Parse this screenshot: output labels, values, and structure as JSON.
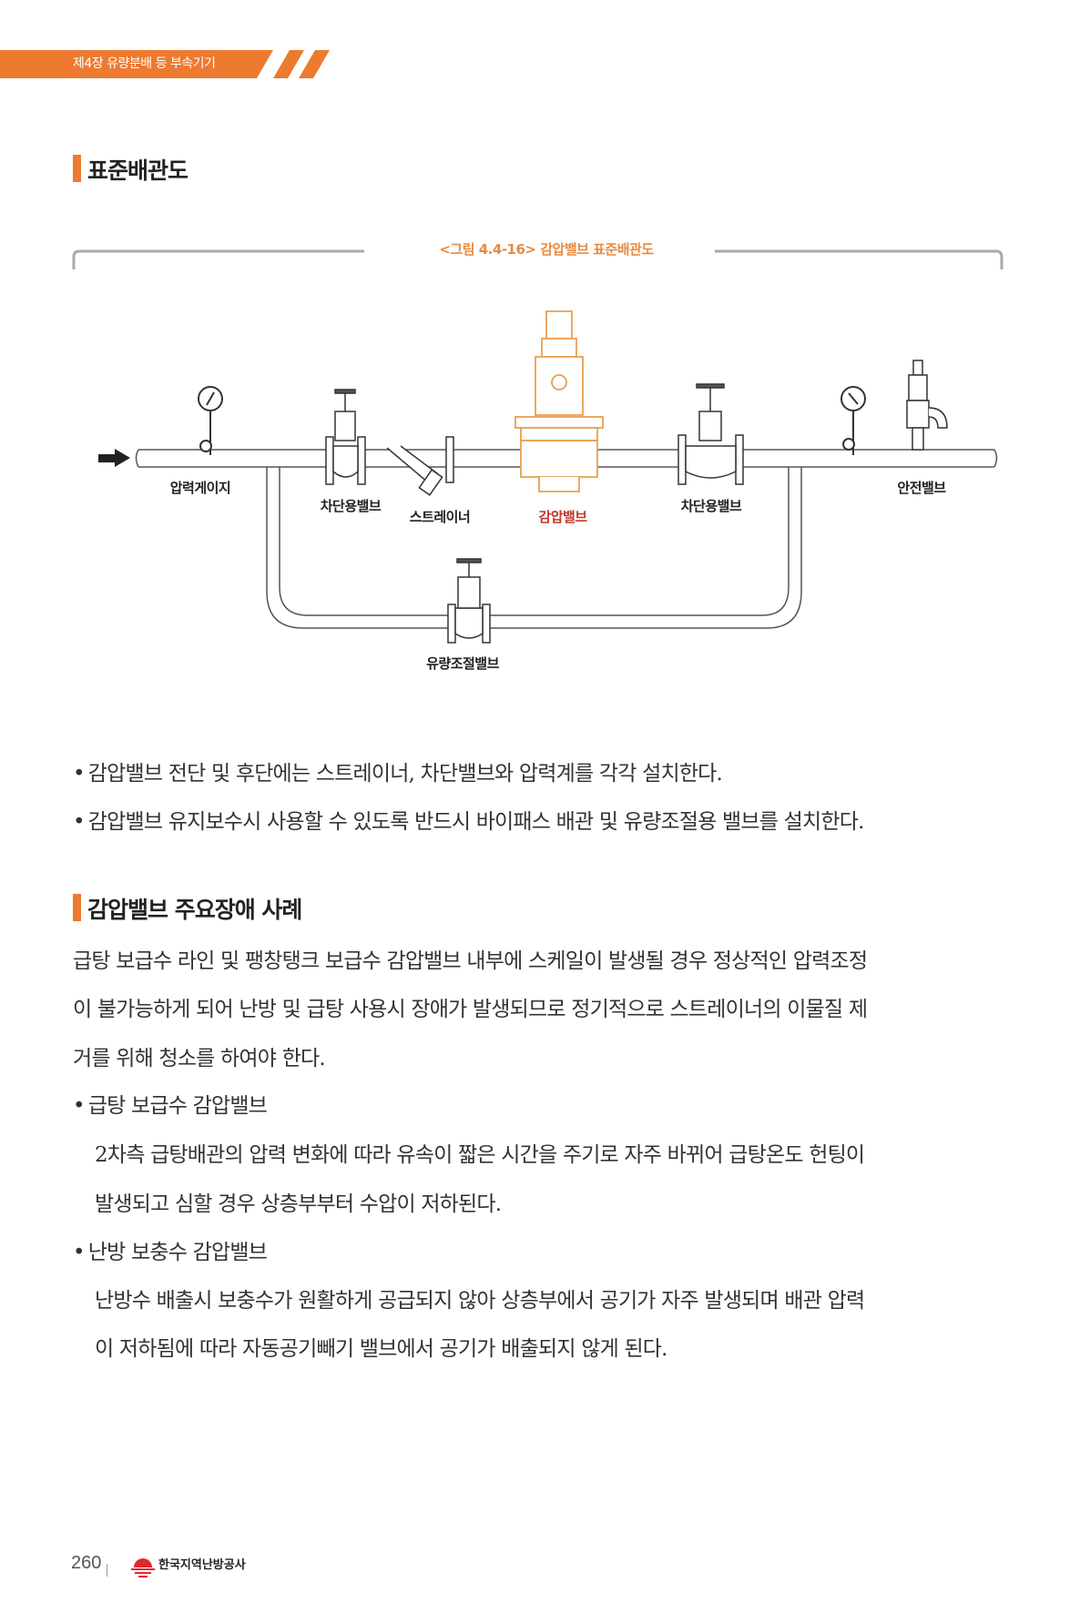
{
  "header": {
    "chapter": "제4장 유량분배 등 부속기기",
    "accent": "#ee7a30"
  },
  "section1": {
    "title": "표준배관도",
    "figure_caption": "<그림 4.4-16> 감압밸브 표준배관도",
    "labels": {
      "pressure_gauge": "압력게이지",
      "shutoff_valve_1": "차단용밸브",
      "strainer": "스트레이너",
      "pressure_reducing_valve": "감압밸브",
      "shutoff_valve_2": "차단용밸브",
      "safety_valve": "안전밸브",
      "flow_control_valve": "유량조절밸브"
    },
    "bullets": [
      "감압밸브 전단 및 후단에는 스트레이너, 차단밸브와 압력계를 각각 설치한다.",
      "감압밸브 유지보수시 사용할 수 있도록 반드시 바이패스 배관 및 유량조절용 밸브를 설치한다."
    ]
  },
  "section2": {
    "title": "감압밸브 주요장애 사례",
    "paragraph_lines": [
      "급탕 보급수 라인 및 팽창탱크 보급수 감압밸브 내부에 스케일이 발생될 경우 정상적인 압력조정",
      "이 불가능하게 되어 난방 및 급탕 사용시 장애가 발생되므로 정기적으로 스트레이너의 이물질 제",
      "거를 위해 청소를 하여야 한다."
    ],
    "items": [
      {
        "title": "급탕 보급수 감압밸브",
        "lines": [
          "2차측 급탕배관의 압력 변화에 따라 유속이 짧은 시간을 주기로 자주 바뀌어 급탕온도 헌팅이",
          "발생되고 심할 경우 상층부부터 수압이 저하된다."
        ]
      },
      {
        "title": "난방 보충수 감압밸브",
        "lines": [
          "난방수 배출시 보충수가 원활하게 공급되지 않아 상층부에서 공기가 자주 발생되며 배관 압력",
          "이 저하됨에 따라 자동공기빼기 밸브에서 공기가 배출되지 않게 된다."
        ]
      }
    ]
  },
  "footer": {
    "page_number": "260",
    "organization": "한국지역난방공사"
  }
}
